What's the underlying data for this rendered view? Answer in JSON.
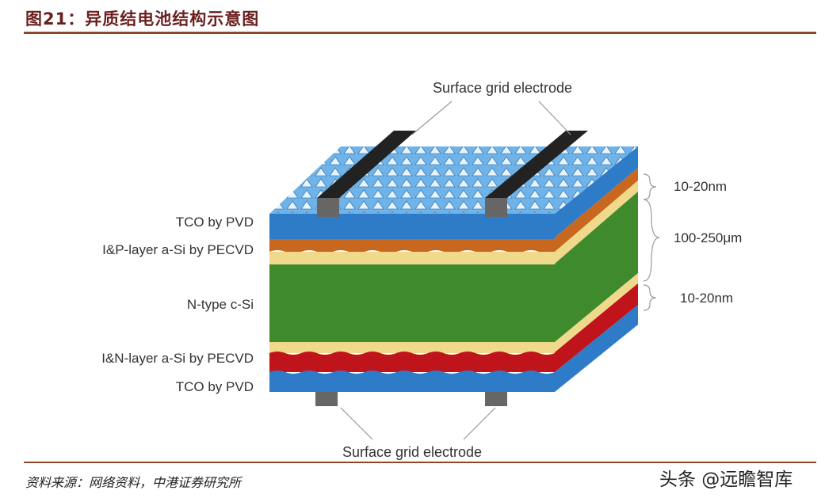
{
  "title": "图21：异质结电池结构示意图",
  "source": "资料来源：网络资料，中港证券研究所",
  "watermark": "头条 @远瞻智库",
  "diagram": {
    "top_label": "Surface grid electrode",
    "bottom_label": "Surface grid electrode",
    "layers_left": [
      "TCO by PVD",
      "I&P-layer a-Si by PECVD",
      "N-type c-Si",
      "I&N-layer a-Si by PECVD",
      "TCO by PVD"
    ],
    "dimensions_right": [
      "10-20nm",
      "100-250μm",
      "10-20nm"
    ],
    "colors": {
      "tco": "#2e7bc8",
      "p_layer": "#c8681f",
      "i_layer": "#f0d98a",
      "n_si": "#3f8a2c",
      "n_layer": "#c0141c",
      "electrode": "#333333"
    }
  }
}
